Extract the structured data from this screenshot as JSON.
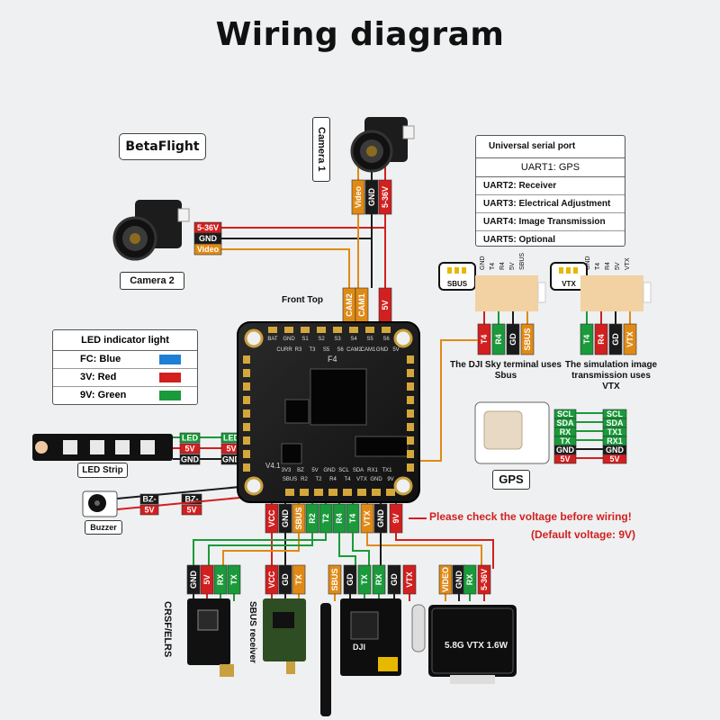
{
  "title": "Wiring diagram",
  "firmware_label": "BetaFlight",
  "uart_table": {
    "header": "Universal serial port",
    "uart1": "UART1: GPS",
    "rows": [
      "UART2: Receiver",
      "UART3: Electrical Adjustment",
      "UART4: Image Transmission",
      "UART5: Optional"
    ]
  },
  "led_table": {
    "header": "LED indicator light",
    "rows": [
      {
        "label": "FC: Blue",
        "color": "#1e7fd6"
      },
      {
        "label": "3V: Red",
        "color": "#d21f1f"
      },
      {
        "label": "9V: Green",
        "color": "#1a9a3a"
      }
    ]
  },
  "camera1": {
    "label": "Camera 1",
    "pins": [
      "Video",
      "GND",
      "5-36V"
    ]
  },
  "camera2": {
    "label": "Camera 2",
    "pins": [
      "5-36V",
      "GND",
      "Video"
    ]
  },
  "front_top_label": "Front Top",
  "cam_pads": [
    "CAM2",
    "CAM1",
    "5V"
  ],
  "fc_board": {
    "chip_label": "F4",
    "version": "V4.1",
    "top_pins_row1": [
      "BAT",
      "GND",
      "S1",
      "S2",
      "S3",
      "S4",
      "S5",
      "S6"
    ],
    "top_pins_row2": [
      "CURR",
      "R3",
      "T3",
      "S5",
      "S6",
      "CAM2",
      "CAM1",
      "GND",
      "5V"
    ],
    "bottom_pins_row1": [
      "3V3",
      "BZ",
      "5V",
      "GND",
      "SCL",
      "SDA",
      "RX1",
      "TX1"
    ],
    "bottom_pins_row2": [
      "SBUS",
      "R2",
      "T2",
      "R4",
      "T4",
      "VTX",
      "GND",
      "9V"
    ]
  },
  "led_strip": {
    "label": "LED Strip",
    "pins": [
      "LED",
      "5V",
      "GND"
    ],
    "board_pins": [
      "LED",
      "5V",
      "GND"
    ]
  },
  "buzzer": {
    "label": "Buzzer",
    "pins": [
      "BZ-",
      "5V"
    ],
    "board_pins": [
      "BZ-",
      "5V"
    ]
  },
  "sbus_connector": {
    "badge": "SBUS",
    "top_pins": [
      "GND",
      "T4",
      "R4",
      "5V",
      "SBUS"
    ],
    "wires": [
      "T4",
      "R4",
      "GD",
      "SBUS"
    ],
    "note": "The DJI Sky terminal uses Sbus"
  },
  "vtx_connector": {
    "badge": "VTX",
    "top_pins": [
      "GND",
      "T4",
      "R4",
      "5V",
      "VTX"
    ],
    "wires": [
      "T4",
      "R4",
      "GD",
      "VTX"
    ],
    "note": "The simulation image transmission uses VTX"
  },
  "gps": {
    "label": "GPS",
    "gps_pins": [
      "SCL",
      "SDA",
      "RX",
      "TX",
      "GND",
      "5V"
    ],
    "fc_pins": [
      "SCL",
      "SDA",
      "TX1",
      "RX1",
      "GND",
      "5V"
    ]
  },
  "bottom_wire_labels": [
    "VCC",
    "GND",
    "SBUS",
    "R2",
    "T2",
    "T4",
    "R4",
    "VTX",
    "GND",
    "9V"
  ],
  "warning": {
    "line1": "Please check the voltage before wiring!",
    "line2": "(Default voltage: 9V)"
  },
  "receivers": [
    {
      "label": "CRSF/ELRS",
      "wires": [
        "GND",
        "5V",
        "RX",
        "TX"
      ]
    },
    {
      "label": "SBUS receiver",
      "wires": [
        "VCC",
        "GD",
        "TX"
      ]
    },
    {
      "label": "DJI",
      "wires": [
        "SBUS",
        "GD",
        "TX",
        "RX",
        "GD",
        "VTX"
      ]
    },
    {
      "label": "5.8G VTX 1.6W",
      "wires": [
        "VIDEO",
        "GND",
        "RX",
        "5-36V"
      ]
    }
  ],
  "colors": {
    "red": "#d21f1f",
    "black": "#1a1a1a",
    "orange": "#e08a16",
    "green": "#1a9a3a",
    "yellow": "#e6c21a",
    "blue": "#1e7fd6"
  }
}
